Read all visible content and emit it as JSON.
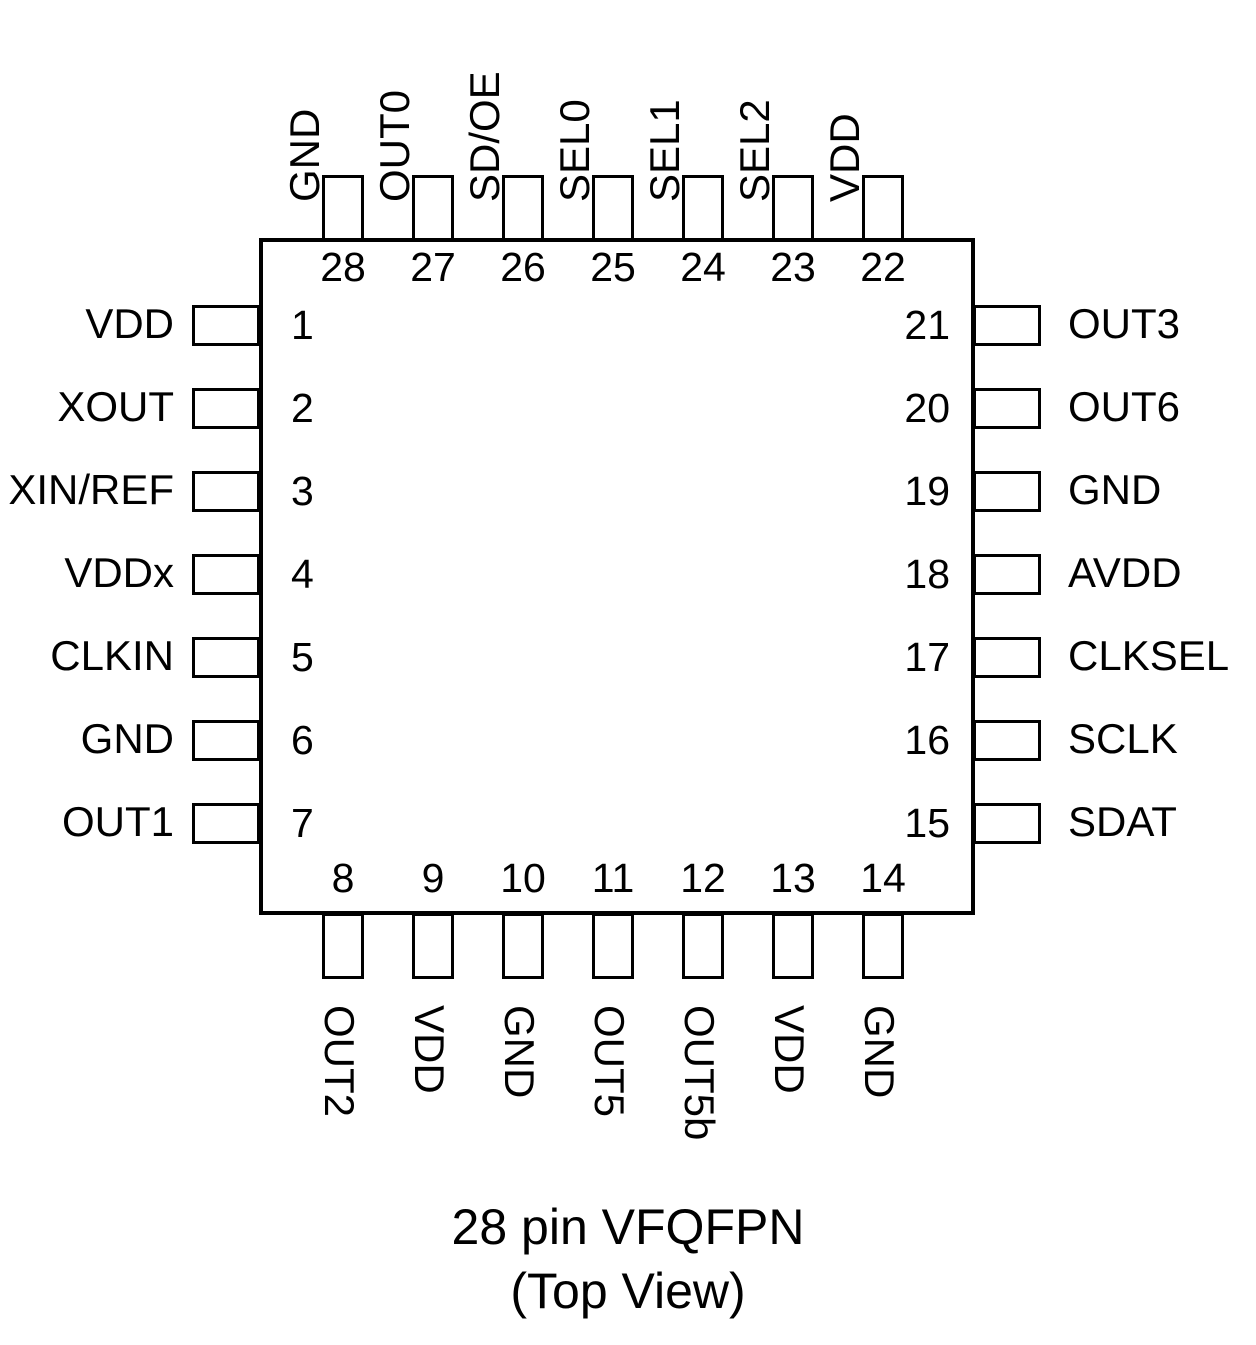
{
  "diagram": {
    "package_name": "28 pin VFQFPN",
    "view": "(Top View)",
    "total_pins": 28,
    "line_color": "#000000",
    "background_color": "#ffffff",
    "top_pins": [
      {
        "number": "28",
        "label": "GND"
      },
      {
        "number": "27",
        "label": "OUT0"
      },
      {
        "number": "26",
        "label": "SD/OE"
      },
      {
        "number": "25",
        "label": "SEL0"
      },
      {
        "number": "24",
        "label": "SEL1"
      },
      {
        "number": "23",
        "label": "SEL2"
      },
      {
        "number": "22",
        "label": "VDD"
      }
    ],
    "left_pins": [
      {
        "number": "1",
        "label": "VDD"
      },
      {
        "number": "2",
        "label": "XOUT"
      },
      {
        "number": "3",
        "label": "XIN/REF"
      },
      {
        "number": "4",
        "label": "VDDx"
      },
      {
        "number": "5",
        "label": "CLKIN"
      },
      {
        "number": "6",
        "label": "GND"
      },
      {
        "number": "7",
        "label": "OUT1"
      }
    ],
    "bottom_pins": [
      {
        "number": "8",
        "label": "OUT2"
      },
      {
        "number": "9",
        "label": "VDD"
      },
      {
        "number": "10",
        "label": "GND"
      },
      {
        "number": "11",
        "label": "OUT5"
      },
      {
        "number": "12",
        "label": "OUT5b"
      },
      {
        "number": "13",
        "label": "VDD"
      },
      {
        "number": "14",
        "label": "GND"
      }
    ],
    "right_pins": [
      {
        "number": "15",
        "label": "SDAT"
      },
      {
        "number": "16",
        "label": "SCLK"
      },
      {
        "number": "17",
        "label": "CLKSEL"
      },
      {
        "number": "18",
        "label": "AVDD"
      },
      {
        "number": "19",
        "label": "GND"
      },
      {
        "number": "20",
        "label": "OUT6"
      },
      {
        "number": "21",
        "label": "OUT3"
      }
    ]
  }
}
